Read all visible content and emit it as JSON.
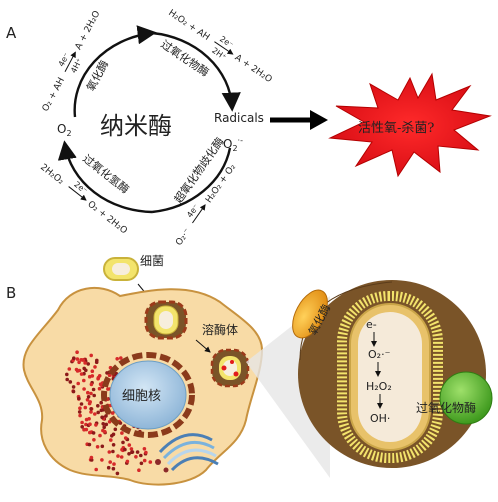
{
  "panelA": {
    "label": "A",
    "center": "纳米酶",
    "o2": "O",
    "o2_sub": "2",
    "radicals": "Radicals",
    "o2minus": "O",
    "o2minus_sup": "2",
    "o2minus_dot": "·-",
    "oxidase": "氧化酶",
    "peroxidase": "过氧化物酶",
    "catalase": "过氧化氢酶",
    "sod": "超氧化物歧化酶",
    "top_left_lhs": "O₂ + AH",
    "top_left_top": "4e⁻",
    "top_left_bottom": "4H⁺",
    "top_left_rhs": "A + 2H₂O",
    "top_right_lhs": "H₂O₂ + AH",
    "top_right_top": "2e⁻",
    "top_right_bottom": "2H⁺",
    "top_right_rhs": "A + 2H₂O",
    "bottom_left_lhs": "2H₂O₂",
    "bottom_left_top": "2e⁻",
    "bottom_left_rhs": "O₂ + 2H₂O",
    "bottom_right_lhs": "O₂·⁻",
    "bottom_right_top": "4e⁻",
    "bottom_right_rhs": "H₂O₂ + O₂",
    "burst_text": "活性氧-杀菌?"
  },
  "panelB": {
    "label": "B",
    "bacteria": "细菌",
    "lysosome": "溶酶体",
    "nucleus": "细胞核",
    "oxidase_tag": "氧化酶",
    "peroxidase_tag": "过氧化物酶",
    "e": "e-",
    "o2": "O₂·⁻",
    "h2o2": "H₂O₂",
    "oh": "OH·"
  },
  "colors": {
    "burst": "#e8101a",
    "cell": "#f7d9a2",
    "cell_stroke": "#c8923f",
    "nucleus": "#b3cfe6",
    "lysosome_dark": "#7a5428",
    "bacteria_yellow": "#f2e36a",
    "peroxidase_green": "#5fb832",
    "oxidase_orange": "#f2a31b"
  }
}
